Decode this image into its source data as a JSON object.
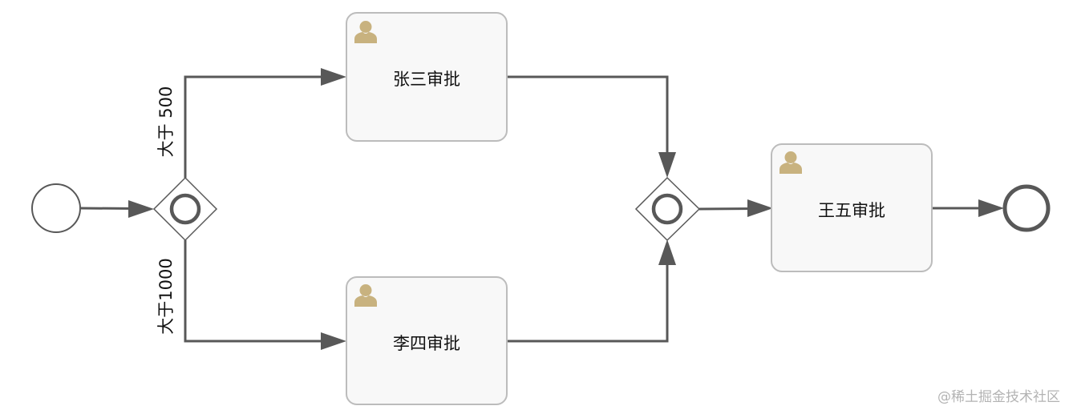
{
  "tasks": {
    "zhangsan": {
      "label": "张三审批",
      "icon": "user-icon"
    },
    "lisi": {
      "label": "李四审批",
      "icon": "user-icon"
    },
    "wangwu": {
      "label": "王五审批",
      "icon": "user-icon"
    }
  },
  "flows": {
    "upper_condition": "大于 500",
    "lower_condition": "大于1000"
  },
  "gateways": {
    "split": {
      "type": "inclusive"
    },
    "join": {
      "type": "inclusive"
    }
  },
  "events": {
    "start": {
      "type": "start"
    },
    "end": {
      "type": "end"
    }
  },
  "colors": {
    "flow_line": "#585858",
    "task_fill": "#f8f8f8",
    "task_border": "#bcbcbc",
    "user_icon": "#c8b27f"
  },
  "watermark": "@稀土掘金技术社区"
}
